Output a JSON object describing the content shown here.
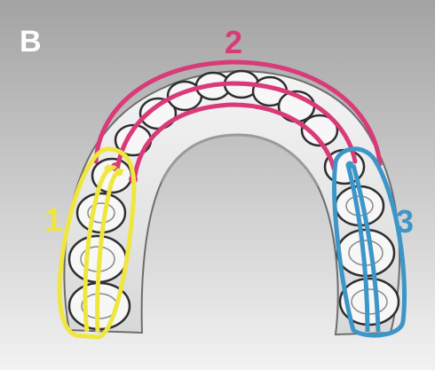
{
  "figure": {
    "panel_letter": "B",
    "background_top": "#a3a3a3",
    "background_bottom": "#f2f2f2",
    "regions": [
      {
        "label": "1",
        "color": "#f0e640"
      },
      {
        "label": "2",
        "color": "#d93a78"
      },
      {
        "label": "3",
        "color": "#3d96c8"
      }
    ]
  }
}
